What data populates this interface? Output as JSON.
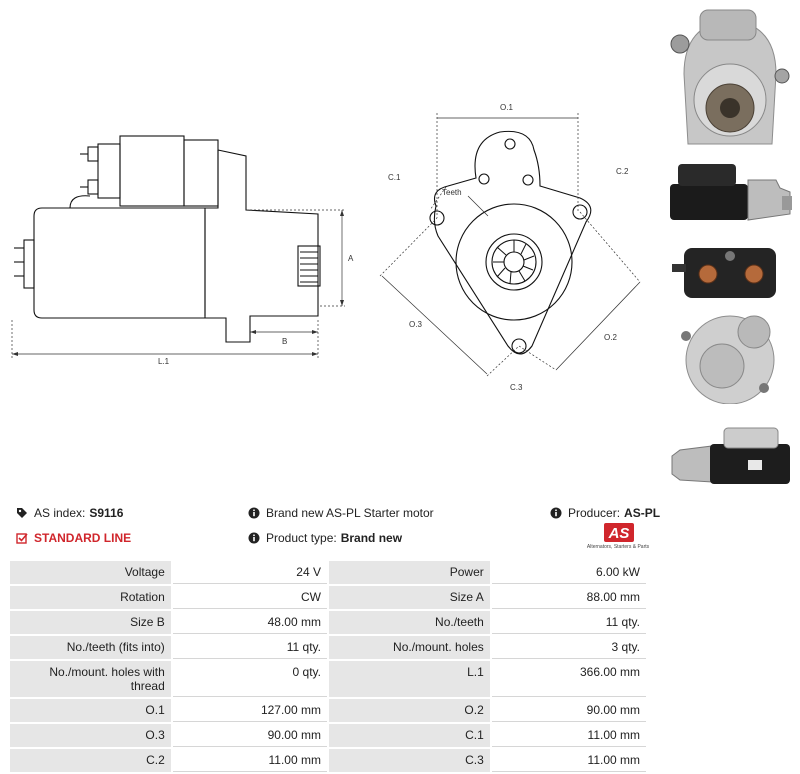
{
  "diagram_labels": {
    "l1": "L.1",
    "a": "A",
    "b": "B",
    "o1": "O.1",
    "o2": "O.2",
    "o3": "O.3",
    "c1": "C.1",
    "c2": "C.2",
    "c3": "C.3",
    "teeth": "Teeth"
  },
  "info": {
    "as_index_label": "AS index:",
    "as_index_value": "S9116",
    "line": "STANDARD LINE",
    "description": "Brand new AS-PL Starter motor",
    "product_type_label": "Product type:",
    "product_type_value": "Brand new",
    "producer_label": "Producer:",
    "producer_value": "AS-PL",
    "logo_text": "AS",
    "logo_sub": "Alternators, Starters & Parts"
  },
  "specs": [
    [
      "Voltage",
      "24 V",
      "Power",
      "6.00 kW"
    ],
    [
      "Rotation",
      "CW",
      "Size A",
      "88.00 mm"
    ],
    [
      "Size B",
      "48.00 mm",
      "No./teeth",
      "11 qty."
    ],
    [
      "No./teeth (fits into)",
      "11 qty.",
      "No./mount. holes",
      "3 qty."
    ],
    [
      "No./mount. holes with thread",
      "0 qty.",
      "L.1",
      "366.00 mm"
    ],
    [
      "O.1",
      "127.00 mm",
      "O.2",
      "90.00 mm"
    ],
    [
      "O.3",
      "90.00 mm",
      "C.1",
      "11.00 mm"
    ],
    [
      "C.2",
      "11.00 mm",
      "C.3",
      "11.00 mm"
    ]
  ],
  "colors": {
    "accent": "#d0262c",
    "label_bg": "#e6e6e6"
  }
}
